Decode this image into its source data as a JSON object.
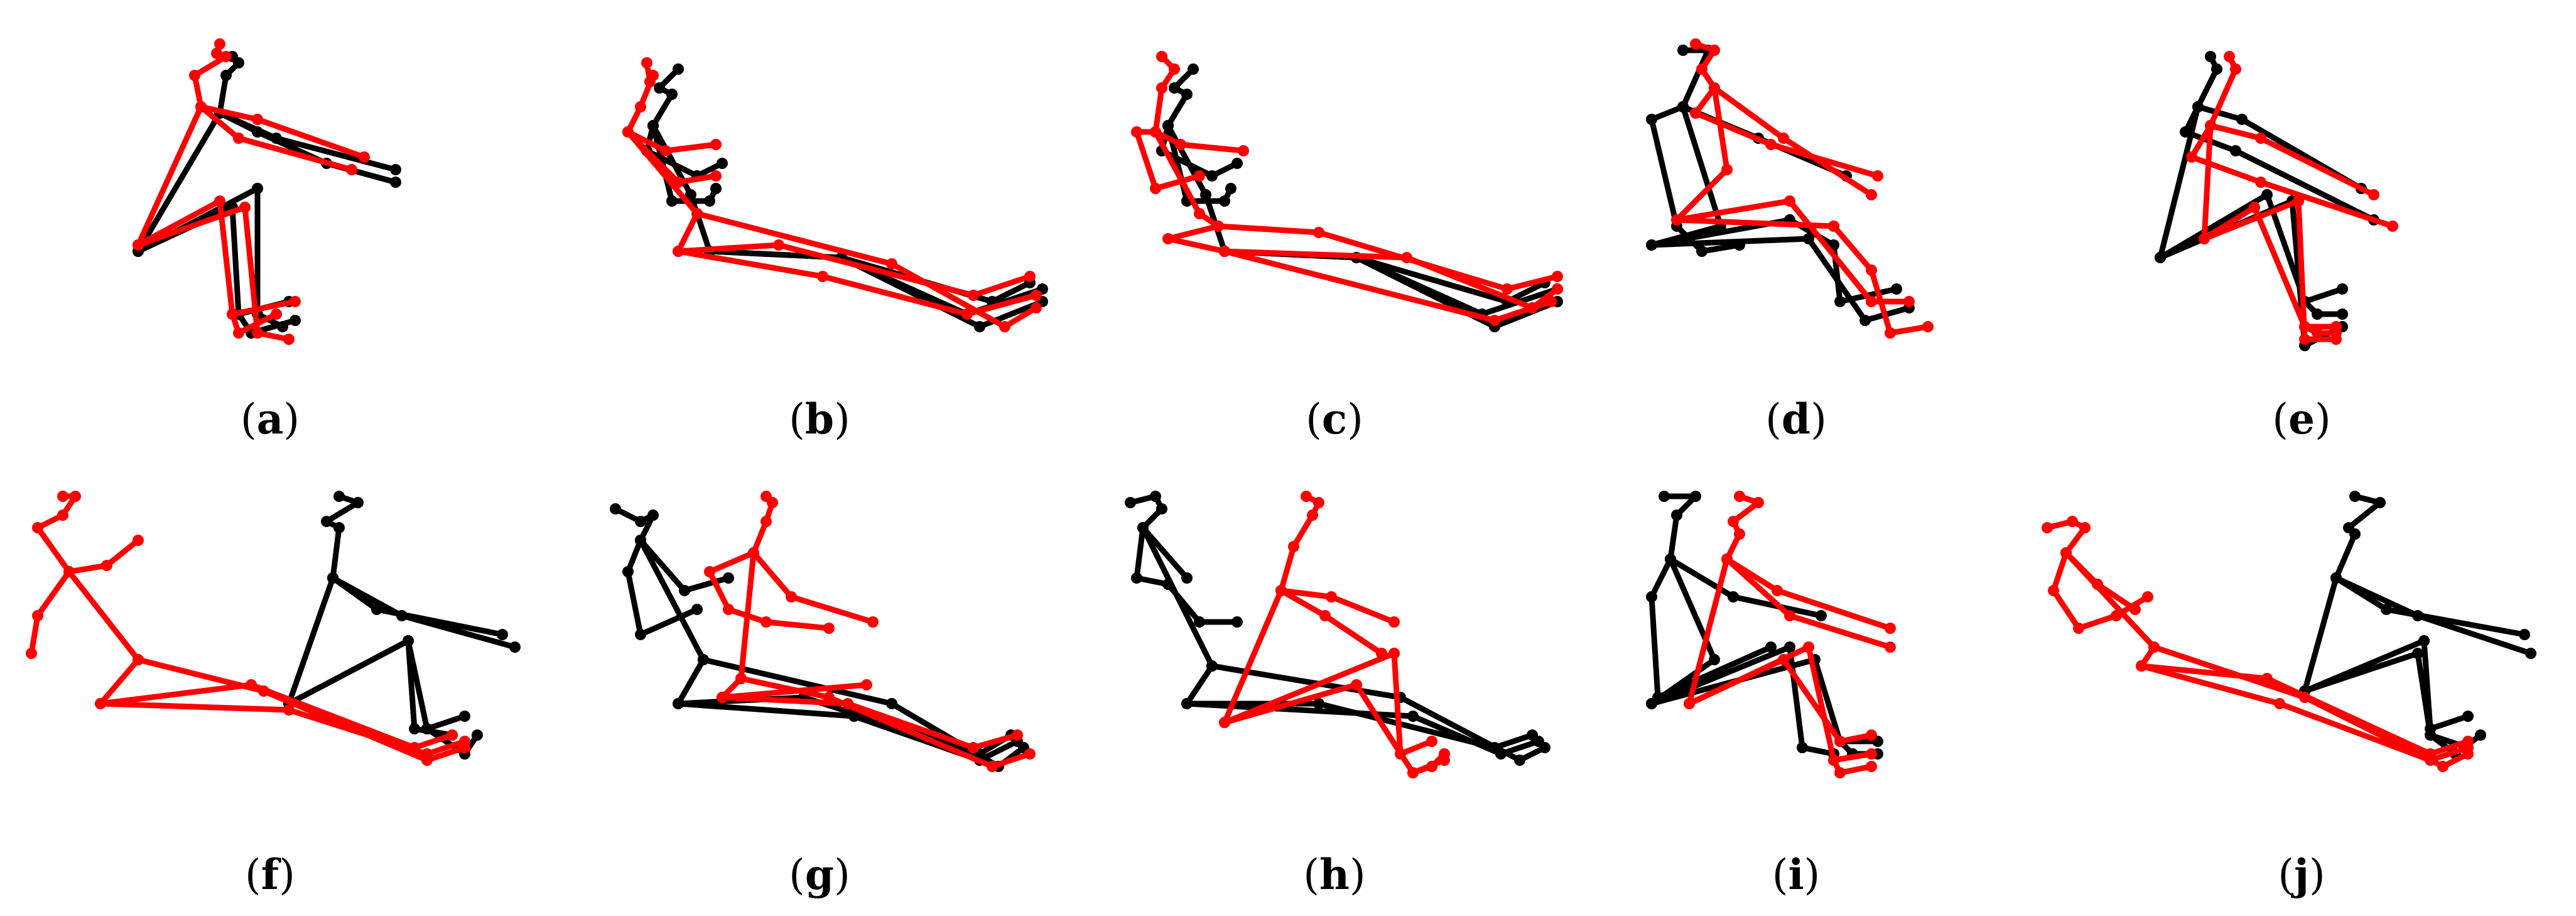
{
  "figure": {
    "colors": {
      "black": "#000000",
      "red": "#ff0000",
      "background": "#ffffff"
    },
    "panels": [
      {
        "id": "a",
        "caption_open": "(",
        "caption_letter": "a",
        "caption_close": ")"
      },
      {
        "id": "b",
        "caption_open": "(",
        "caption_letter": "b",
        "caption_close": ")"
      },
      {
        "id": "c",
        "caption_open": "(",
        "caption_letter": "c",
        "caption_close": ")"
      },
      {
        "id": "d",
        "caption_open": "(",
        "caption_letter": "d",
        "caption_close": ")"
      },
      {
        "id": "e",
        "caption_open": "(",
        "caption_letter": "e",
        "caption_close": ")"
      },
      {
        "id": "f",
        "caption_open": "(",
        "caption_letter": "f",
        "caption_close": ")"
      },
      {
        "id": "g",
        "caption_open": "(",
        "caption_letter": "g",
        "caption_close": ")"
      },
      {
        "id": "h",
        "caption_open": "(",
        "caption_letter": "h",
        "caption_close": ")"
      },
      {
        "id": "i",
        "caption_open": "(",
        "caption_letter": "i",
        "caption_close": ")"
      },
      {
        "id": "j",
        "caption_open": "(",
        "caption_letter": "j",
        "caption_close": ")"
      }
    ]
  }
}
